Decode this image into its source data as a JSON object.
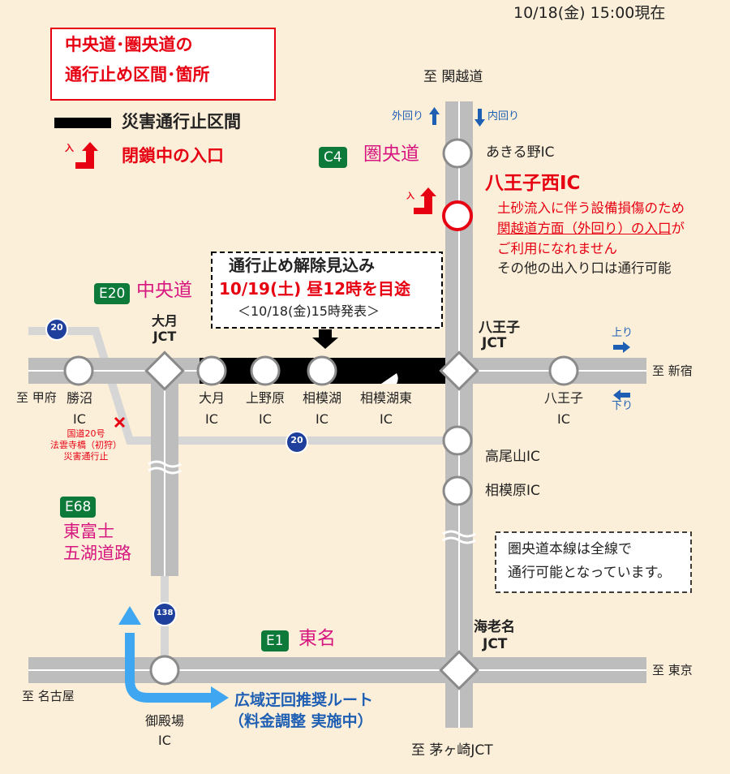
{
  "timestamp": "10/18(金) 15:00現在",
  "title_box": {
    "line1": "中央道･圏央道の",
    "line2": "通行止め区間･箇所"
  },
  "legend": {
    "closed_section": "災害通行止区間",
    "closed_entrance": "閉鎖中の入口",
    "entrance_icon_label": "入"
  },
  "roads": {
    "c4": {
      "code": "C4",
      "name": "圏央道"
    },
    "e20": {
      "code": "E20",
      "name": "中央道"
    },
    "e68": {
      "code": "E68",
      "name_line1": "東富士",
      "name_line2": "五湖道路"
    },
    "e1": {
      "code": "E1",
      "name": "東名"
    },
    "route20_shield": "20",
    "route138_shield": "138"
  },
  "directions": {
    "to_kanetsu": "至 関越道",
    "to_shinjuku": "至 新宿",
    "to_kofu": "至 甲府",
    "to_tokyo": "至 東京",
    "to_nagoya": "至 名古屋",
    "to_chigasaki": "至 茅ヶ崎JCT",
    "outer_loop": "外回り",
    "inner_loop": "内回り",
    "up": "上り",
    "down": "下り"
  },
  "interchanges": {
    "akiruno": "あきる野IC",
    "hachioji_nishi": "八王子西IC",
    "hachioji_jct_1": "八王子",
    "hachioji_jct_2": "JCT",
    "takaosan": "高尾山IC",
    "sagamihara": "相模原IC",
    "ebina_jct_1": "海老名",
    "ebina_jct_2": "JCT",
    "hachioji_ic_1": "八王子",
    "hachioji_ic_2": "IC",
    "otsuki_jct_1": "大月",
    "otsuki_jct_2": "JCT",
    "katsunuma_1": "勝沼",
    "katsunuma_2": "IC",
    "otsuki_ic_1": "大月",
    "otsuki_ic_2": "IC",
    "uenohara_1": "上野原",
    "uenohara_2": "IC",
    "sagamiko_1": "相模湖",
    "sagamiko_2": "IC",
    "sagamiko_higashi_1": "相模湖東",
    "sagamiko_higashi_2": "IC",
    "gotemba_1": "御殿場",
    "gotemba_2": "IC"
  },
  "notices": {
    "hachioji_nishi_line1": "土砂流入に伴う設備損傷のため",
    "hachioji_nishi_line2": "関越道方面（外回り）の入口",
    "hachioji_nishi_line2_tail": "が",
    "hachioji_nishi_line3": "ご利用になれません",
    "hachioji_nishi_line4": "その他の出入り口は通行可能",
    "reopen_title": "通行止め解除見込み",
    "reopen_time": "10/19(土) 昼12時を目途",
    "reopen_announced": "＜10/18(金)15時発表＞",
    "route20_line1": "国道20号",
    "route20_line2": "法雲寺橋（初狩）",
    "route20_line3": "災害通行止",
    "ken_o_line1": "圏央道本線は全線で",
    "ken_o_line2": "通行可能となっています。",
    "detour_line1": "広域迂回推奨ルート",
    "detour_line2": "（料金調整 実施中）"
  },
  "colors": {
    "background": "#FCEFD9",
    "road": "#BDBDBD",
    "closed": "#000000",
    "accent_red": "#E60012",
    "road_name_pink": "#D6157E",
    "badge_green": "#0E7A3A",
    "detour_blue": "#3FA7F2",
    "direction_blue": "#1E5FB4"
  }
}
